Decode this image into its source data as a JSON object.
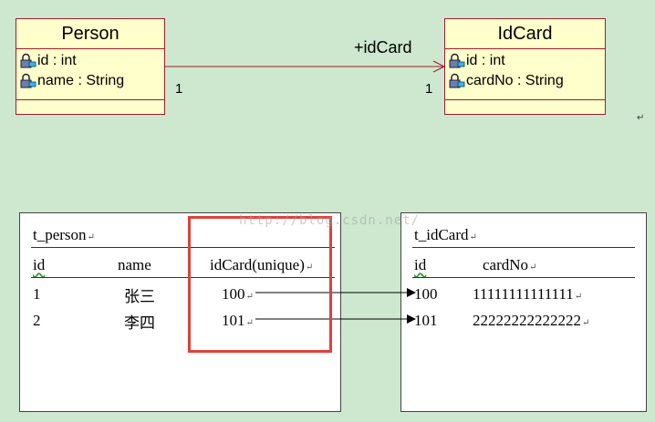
{
  "uml": {
    "person": {
      "name": "Person",
      "attrs": [
        {
          "name": "id",
          "type": "int"
        },
        {
          "name": "name",
          "type": "String"
        }
      ]
    },
    "idcard": {
      "name": "IdCard",
      "attrs": [
        {
          "name": "id",
          "type": "int"
        },
        {
          "name": "cardNo",
          "type": "String"
        }
      ]
    },
    "association": {
      "role": "+idCard",
      "mult_source": "1",
      "mult_target": "1"
    }
  },
  "tables": {
    "person": {
      "title": "t_person",
      "headers": [
        "id",
        "name",
        "idCard(unique)"
      ],
      "rows": [
        [
          "1",
          "张三",
          "100"
        ],
        [
          "2",
          "李四",
          "101"
        ]
      ]
    },
    "idcard": {
      "title": "t_idCard",
      "headers": [
        "id",
        "cardNo"
      ],
      "rows": [
        [
          "100",
          "11111111111111"
        ],
        [
          "101",
          "22222222222222"
        ]
      ]
    }
  },
  "watermark": "http://blog.csdn.net/",
  "colors": {
    "background": "#cde8cf",
    "uml_fill": "#ffffcc",
    "uml_border": "#a01c2c",
    "highlight": "#e0403a"
  }
}
